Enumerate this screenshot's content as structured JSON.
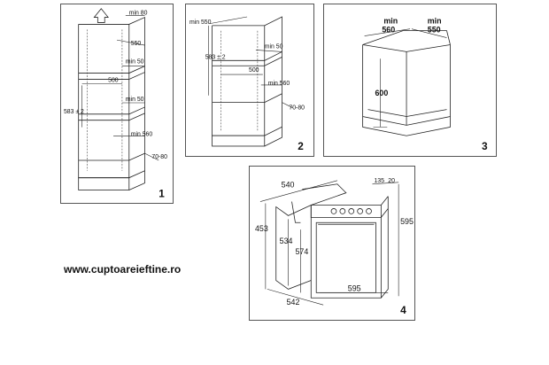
{
  "panel1": {
    "number": "1",
    "dims": {
      "min80": "min 80",
      "d550": "550",
      "min50a": "min 50",
      "d500": "500",
      "min50b": "min 50",
      "d583": "583 ± 2",
      "min560": "min 560",
      "d7080": "70-80"
    }
  },
  "panel2": {
    "number": "2",
    "dims": {
      "min550": "min 550",
      "d583": "583 ± 2",
      "min50": "min 50",
      "d500": "500",
      "min560": "min 560",
      "d7080": "70-80"
    }
  },
  "panel3": {
    "number": "3",
    "dims": {
      "min560": "min\n560",
      "min560a": "min",
      "min560b": "560",
      "min550a": "min",
      "min550b": "550",
      "d600": "600"
    }
  },
  "panel4": {
    "number": "4",
    "dims": {
      "d540": "540",
      "d135": "135",
      "d20": "20",
      "d453": "453",
      "d534": "534",
      "d574": "574",
      "d595v": "595",
      "d595h": "595",
      "d542": "542"
    }
  },
  "website": "www.cuptoareieftine.ro"
}
